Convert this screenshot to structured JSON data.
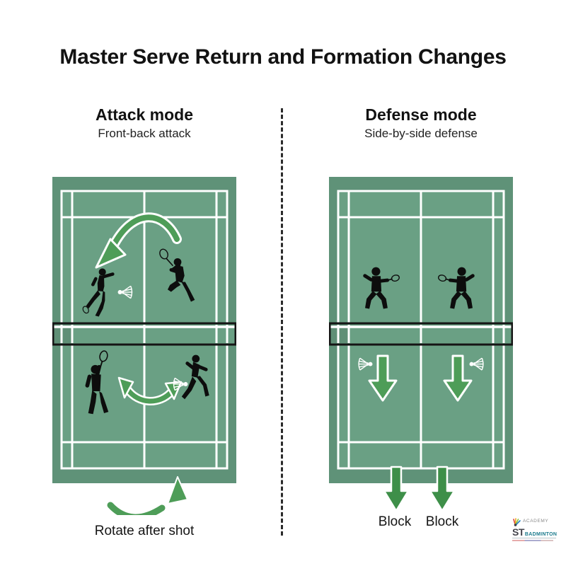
{
  "title": "Master Serve Return and Formation Changes",
  "panels": {
    "attack": {
      "heading": "Attack mode",
      "subheading": "Front-back attack",
      "caption": "Rotate after shot"
    },
    "defense": {
      "heading": "Defense mode",
      "subheading": "Side-by-side defense",
      "block_left": "Block",
      "block_right": "Block"
    }
  },
  "logo": {
    "academy": "ACADEMY",
    "st": "ST",
    "badminton": "BADMINTON"
  },
  "colors": {
    "court-apron": "#5f9278",
    "court-inner": "#6aa084",
    "court-line": "#ffffff",
    "arrow-green": "#4e9d58",
    "arrow-green-dark": "#3e8f49",
    "net-border": "#151515",
    "silhouette": "#0d0d0d",
    "logo-teal": "#1a7a8c"
  }
}
